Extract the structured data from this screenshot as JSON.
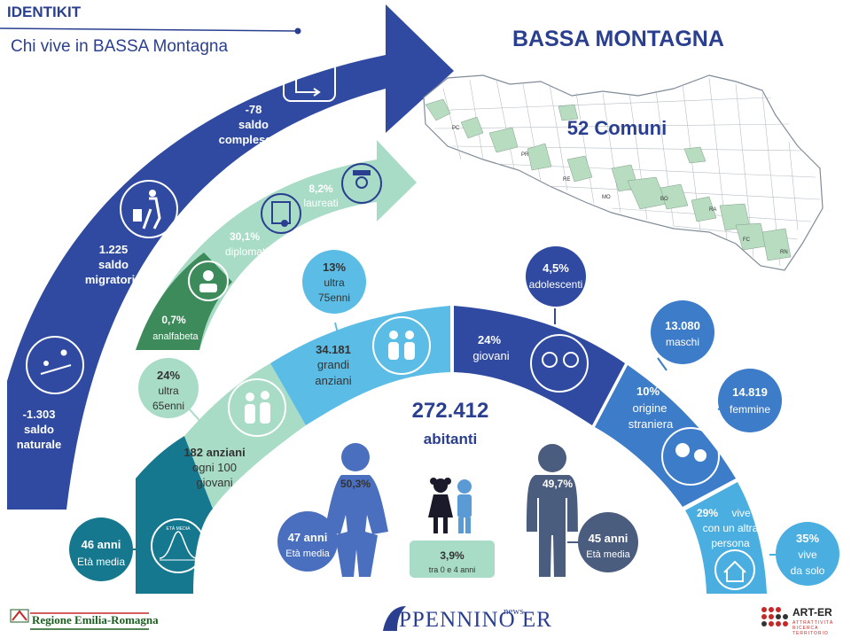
{
  "header": {
    "title": "IDENTIKIT",
    "subtitle": "Chi vive in BASSA Montagna"
  },
  "map": {
    "title": "BASSA MONTAGNA",
    "count_label": "52 Comuni",
    "province_labels": [
      "PC",
      "PR",
      "RE",
      "MO",
      "BO",
      "RA",
      "FC",
      "RN"
    ]
  },
  "outer_arrow": {
    "saldo_complessivo": {
      "value": "-78",
      "line1": "saldo",
      "line2": "complessivo"
    },
    "saldo_icon_label": "SALDO",
    "saldo_migratorio": {
      "value": "1.225",
      "line1": "saldo",
      "line2": "migratorio"
    },
    "saldo_naturale": {
      "value": "-1.303",
      "line1": "saldo",
      "line2": "naturale"
    }
  },
  "inner_arrow": {
    "laureati": {
      "value": "8,2%",
      "label": "laureati"
    },
    "diplomati": {
      "value": "30,1%",
      "label": "diplomati"
    },
    "analfabeta": {
      "value": "0,7%",
      "label": "analfabeta"
    }
  },
  "arc_segments": {
    "eta_media": {
      "icon_label": "ETÀ MEDIA"
    },
    "anziani": {
      "value": "182 anziani",
      "line1": "ogni 100",
      "line2": "giovani"
    },
    "grandi_anziani": {
      "value": "34.181",
      "line1": "grandi",
      "line2": "anziani"
    },
    "giovani": {
      "value": "24%",
      "label": "giovani"
    },
    "straniera": {
      "value": "10%",
      "line1": "origine",
      "line2": "straniera"
    },
    "vive_con": {
      "value": "29%",
      "line1": "vive",
      "line2": "con un altra",
      "line3": "persona"
    }
  },
  "bubbles": {
    "eta_media": {
      "value": "46 anni",
      "label": "Età media"
    },
    "ultra65": {
      "value": "24%",
      "line1": "ultra",
      "line2": "65enni"
    },
    "ultra75": {
      "value": "13%",
      "line1": "ultra",
      "line2": "75enni"
    },
    "adolescenti": {
      "value": "4,5%",
      "label": "adolescenti"
    },
    "maschi": {
      "value": "13.080",
      "label": "maschi"
    },
    "femmine": {
      "value": "14.819",
      "label": "femmine"
    },
    "vive_solo": {
      "value": "35%",
      "line1": "vive",
      "line2": "da solo"
    },
    "donne_eta": {
      "value": "47 anni",
      "label": "Età media"
    },
    "uomini_eta": {
      "value": "45 anni",
      "label": "Età media"
    }
  },
  "center": {
    "total": "272.412",
    "total_label": "abitanti",
    "female_pct": "50,3%",
    "male_pct": "49,7%",
    "kids_pct": "3,9%",
    "kids_label": "tra 0 e 4 anni"
  },
  "footer": {
    "left": "Regione Emilia-Romagna",
    "mid": "PPENNINO ER",
    "mid_news": "news",
    "right": "ART-ER",
    "right_small": "ATTRATTIVITÀ RICERCA TERRITORIO"
  },
  "colors": {
    "navy": "#2a3f8f",
    "royal": "#2f52a8",
    "mint": "#a8dcc6",
    "green": "#3d8a5a",
    "teal": "#15788f",
    "sky": "#5bbde6",
    "blue": "#3c7cc8",
    "lightblue": "#4aaee0",
    "map_fill": "#b7dcc0"
  }
}
